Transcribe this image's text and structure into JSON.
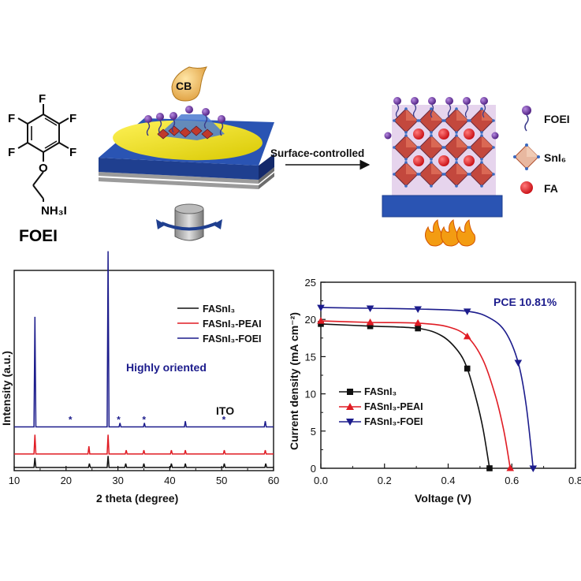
{
  "scheme": {
    "molecule": {
      "fluorine_label": "F",
      "oxygen_label": "O",
      "amine_label": "NH₃I",
      "name": "FOEI"
    },
    "solvent_label": "CB",
    "arrow_label": "Surface-controlled",
    "legend": [
      {
        "icon": "foei-molecule-icon",
        "label": "FOEI"
      },
      {
        "icon": "sni6-octahedron-icon",
        "label": "SnI₆"
      },
      {
        "icon": "fa-cation-icon",
        "label": "FA"
      }
    ],
    "colors": {
      "substrate": "#1f3f8f",
      "film": "#f4f000",
      "perovskite": "#e8d6ee",
      "octahedron": "#c0392b",
      "fa": "#e8141c",
      "foei": "#6a2fa0",
      "flame": "#f39c12"
    }
  },
  "chart_data": [
    {
      "type": "line",
      "id": "xrd",
      "xlabel": "2 theta (degree)",
      "ylabel": "Intensity (a.u.)",
      "xlim": [
        10,
        60
      ],
      "xticks": [
        10,
        20,
        30,
        40,
        50,
        60
      ],
      "series": [
        {
          "name": "FASnI₃",
          "color": "#111111",
          "offset": 0.0,
          "peaks": [
            [
              14.0,
              0.05
            ],
            [
              24.5,
              0.02
            ],
            [
              28.1,
              0.06
            ],
            [
              31.5,
              0.02
            ],
            [
              35.0,
              0.02
            ],
            [
              40.3,
              0.02
            ],
            [
              43.0,
              0.02
            ],
            [
              50.5,
              0.02
            ],
            [
              58.5,
              0.02
            ]
          ]
        },
        {
          "name": "FASnI₃-PEAI",
          "color": "#e01c24",
          "offset": 0.07,
          "peaks": [
            [
              14.0,
              0.1
            ],
            [
              24.4,
              0.04
            ],
            [
              28.1,
              0.1
            ],
            [
              31.6,
              0.02
            ],
            [
              35.0,
              0.02
            ],
            [
              40.3,
              0.02
            ],
            [
              43.0,
              0.02
            ],
            [
              50.5,
              0.02
            ],
            [
              58.4,
              0.02
            ]
          ]
        },
        {
          "name": "FASnI₃-FOEI",
          "color": "#1c1c8c",
          "offset": 0.21,
          "peaks": [
            [
              14.0,
              0.57
            ],
            [
              28.1,
              0.91
            ],
            [
              30.4,
              0.02
            ],
            [
              35.1,
              0.02
            ],
            [
              43.0,
              0.03
            ],
            [
              58.4,
              0.03
            ]
          ]
        }
      ],
      "annotations": [
        {
          "text": "Highly oriented"
        },
        {
          "text": "ITO"
        }
      ],
      "ito_markers": [
        21.0,
        30.3,
        35.2,
        50.6
      ],
      "legend_position": "top-right"
    },
    {
      "type": "line",
      "id": "jv",
      "xlabel": "Voltage (V)",
      "ylabel": "Current density (mA cm⁻²)",
      "xlim": [
        0.0,
        0.8
      ],
      "ylim": [
        0,
        25
      ],
      "xticks": [
        "0.0",
        "0.2",
        "0.4",
        "0.6",
        "0.8"
      ],
      "yticks": [
        0,
        5,
        10,
        15,
        20,
        25
      ],
      "series": [
        {
          "name": "FASnI₃",
          "color": "#111111",
          "marker": "square",
          "markers": [
            [
              0.0,
              19.4
            ],
            [
              0.155,
              19.1
            ],
            [
              0.305,
              18.8
            ],
            [
              0.46,
              13.4
            ],
            [
              0.53,
              0.0
            ]
          ],
          "curve": [
            [
              0.0,
              19.4
            ],
            [
              0.155,
              19.1
            ],
            [
              0.305,
              18.8
            ],
            [
              0.38,
              17.8
            ],
            [
              0.43,
              15.8
            ],
            [
              0.46,
              13.4
            ],
            [
              0.49,
              9.0
            ],
            [
              0.51,
              5.2
            ],
            [
              0.53,
              0.0
            ]
          ]
        },
        {
          "name": "FASnI₃-PEAI",
          "color": "#e01c24",
          "marker": "triangle-up",
          "markers": [
            [
              0.0,
              19.8
            ],
            [
              0.155,
              19.6
            ],
            [
              0.305,
              19.5
            ],
            [
              0.46,
              17.7
            ],
            [
              0.595,
              0.0
            ]
          ],
          "curve": [
            [
              0.0,
              19.8
            ],
            [
              0.155,
              19.6
            ],
            [
              0.305,
              19.5
            ],
            [
              0.4,
              19.0
            ],
            [
              0.46,
              17.7
            ],
            [
              0.51,
              14.5
            ],
            [
              0.55,
              9.5
            ],
            [
              0.575,
              5.0
            ],
            [
              0.595,
              0.0
            ]
          ]
        },
        {
          "name": "FASnI₃-FOEI",
          "color": "#1c1c8c",
          "marker": "triangle-down",
          "markers": [
            [
              0.0,
              21.6
            ],
            [
              0.155,
              21.5
            ],
            [
              0.305,
              21.4
            ],
            [
              0.46,
              21.1
            ],
            [
              0.62,
              14.2
            ],
            [
              0.667,
              0.0
            ]
          ],
          "curve": [
            [
              0.0,
              21.6
            ],
            [
              0.155,
              21.5
            ],
            [
              0.305,
              21.4
            ],
            [
              0.46,
              21.1
            ],
            [
              0.53,
              20.2
            ],
            [
              0.58,
              18.3
            ],
            [
              0.62,
              14.2
            ],
            [
              0.645,
              8.5
            ],
            [
              0.667,
              0.0
            ]
          ]
        }
      ],
      "annotation": "PCE 10.81%",
      "legend_position": "lower-left"
    }
  ]
}
